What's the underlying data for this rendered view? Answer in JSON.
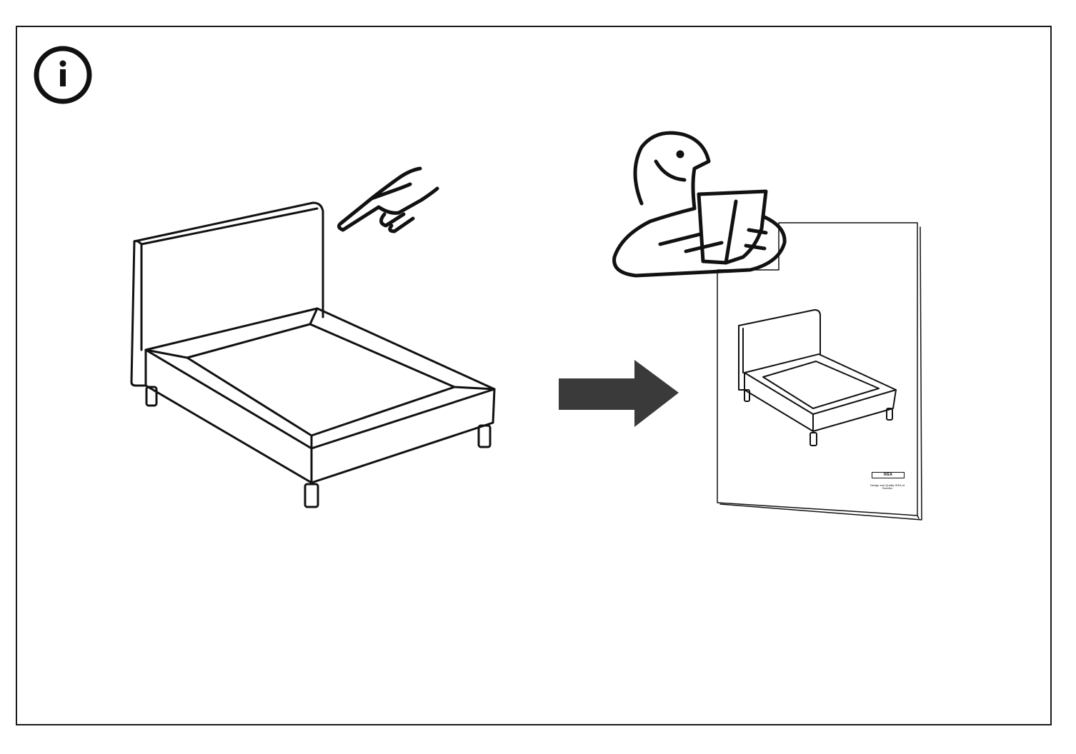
{
  "page": {
    "info_icon": "info-circle-icon",
    "illustration_left": "upholstered-bed-frame",
    "hand_icon": "pointing-hand-icon",
    "arrow_icon": "right-arrow-icon",
    "reading_person_icon": "person-reading-manual-icon",
    "manual": {
      "logo_text": "IKEA",
      "tagline": "Design and Quality IKEA of Sweden"
    }
  }
}
